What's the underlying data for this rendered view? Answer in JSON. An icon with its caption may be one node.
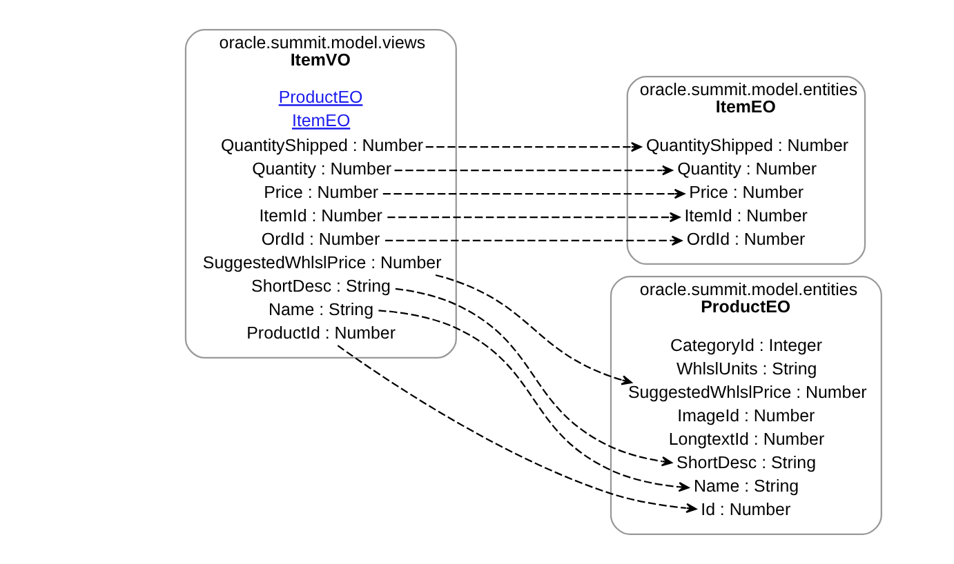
{
  "diagram": {
    "nodes": [
      {
        "text": [
          "oracle.summit.model.views",
          "ItemVO"
        ]
      },
      {
        "text": [
          "OrdId : Number"
        ],
        "in": 0
      },
      {
        "text": [
          "ItemId : Number"
        ],
        "in": 0
      },
      {
        "text": [
          "Price : Number"
        ],
        "in": 0
      },
      {
        "text": [
          "Quantity : Number"
        ],
        "in": 0
      },
      {
        "text": [
          "QuantityShipped : Number"
        ],
        "in": 0
      },
      {
        "text": [
          "ProductId : Number"
        ],
        "in": 0
      },
      {
        "text": [
          "Name : String"
        ],
        "in": 0
      },
      {
        "text": [
          "ShortDesc : String"
        ],
        "in": 0
      },
      {
        "text": [
          "SuggestedWhlslPrice : Number"
        ],
        "in": 0
      },
      {
        "text": [
          "ItemEO"
        ],
        "in": 0
      },
      {
        "text": [
          "ProductEO"
        ],
        "in": 0
      },
      {
        "text": [
          "oracle.summit.model.entities",
          "ItemEO"
        ]
      },
      {
        "text": [
          "OrdId : Number"
        ],
        "in": 12
      },
      {
        "text": [
          "ItemId : Number"
        ],
        "in": 12
      },
      {
        "text": [
          "Price : Number"
        ],
        "in": 12
      },
      {
        "text": [
          "Quantity : Number"
        ],
        "in": 12
      },
      {
        "text": [
          "QuantityShipped : Number"
        ],
        "in": 12
      },
      {
        "text": [
          "oracle.summit.model.entities",
          "ProductEO"
        ]
      },
      {
        "text": [
          "Id : Number"
        ],
        "in": 18
      },
      {
        "text": [
          "Name : String"
        ],
        "in": 18
      },
      {
        "text": [
          "ShortDesc : String"
        ],
        "in": 18
      },
      {
        "text": [
          "LongtextId : Number"
        ],
        "in": 18
      },
      {
        "text": [
          "ImageId : Number"
        ],
        "in": 18
      },
      {
        "text": [
          "SuggestedWhlslPrice : Number"
        ],
        "in": 18
      },
      {
        "text": [
          "WhlslUnits : String"
        ],
        "in": 18
      },
      {
        "text": [
          "CategoryId : Integer"
        ],
        "in": 18
      }
    ],
    "edges": [
      {
        "from": 1,
        "to": 13,
        "arrow": "to",
        "style": "dashed"
      },
      {
        "from": 2,
        "to": 14,
        "arrow": "to",
        "style": "dashed"
      },
      {
        "from": 3,
        "to": 15,
        "arrow": "to",
        "style": "dashed"
      },
      {
        "from": 4,
        "to": 16,
        "arrow": "to",
        "style": "dashed"
      },
      {
        "from": 5,
        "to": 17,
        "arrow": "to",
        "style": "dashed"
      },
      {
        "from": 6,
        "to": 19,
        "arrow": "to",
        "style": "dashed"
      },
      {
        "from": 7,
        "to": 20,
        "arrow": "to",
        "style": "dashed"
      },
      {
        "from": 8,
        "to": 21,
        "arrow": "to",
        "style": "dashed"
      },
      {
        "from": 9,
        "to": 24,
        "arrow": "to",
        "style": "dashed"
      }
    ]
  }
}
